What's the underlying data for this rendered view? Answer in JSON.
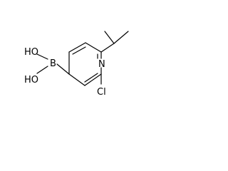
{
  "molecule": {
    "atoms": {
      "boron": "B",
      "hydroxyl_top": "HO",
      "hydroxyl_bottom": "HO",
      "nitrogen": "N",
      "chlorine": "Cl"
    },
    "colors": {
      "bond": "#000000",
      "label": "#000000",
      "background": "#ffffff"
    }
  }
}
